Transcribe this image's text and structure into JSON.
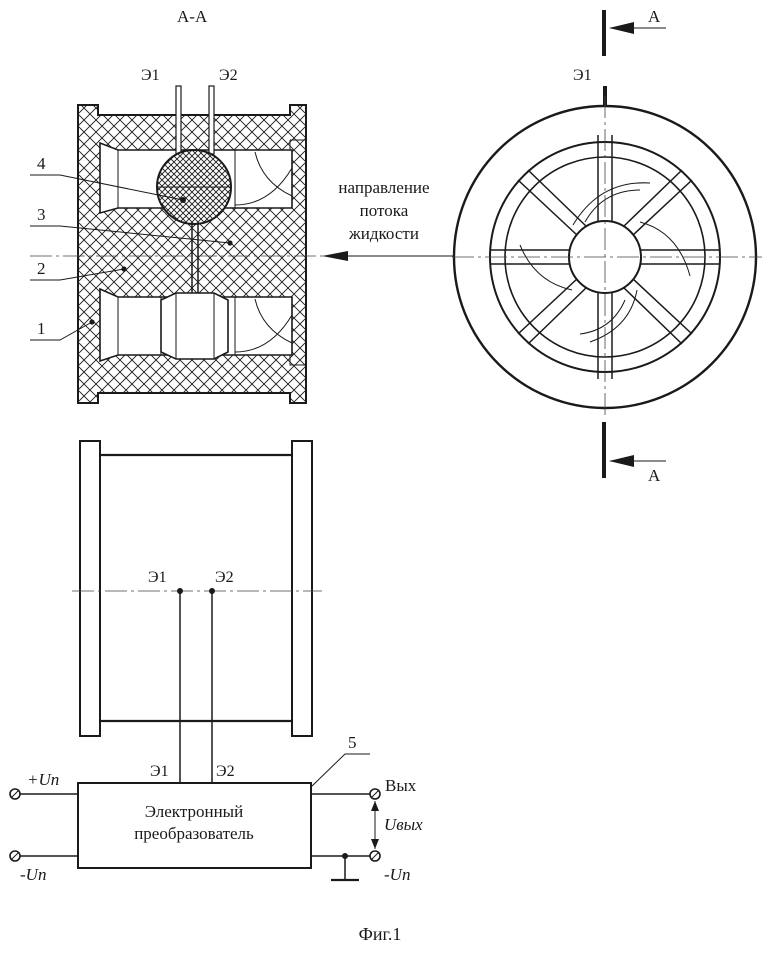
{
  "section": {
    "title": "А-А",
    "arrow_label": "А"
  },
  "electrodes": {
    "e1": "Э1",
    "e2": "Э2"
  },
  "callouts": [
    "1",
    "2",
    "3",
    "4",
    "5"
  ],
  "flow_label": [
    "направление",
    "потока",
    "жидкости"
  ],
  "converter": {
    "label_line1": "Электронный",
    "label_line2": "преобразователь",
    "plus_supply": "+Uп",
    "minus_supply": "-Uп",
    "output": "Вых",
    "output_voltage": "Uвых",
    "output_minus": "-Uп"
  },
  "caption": "Фиг.1"
}
